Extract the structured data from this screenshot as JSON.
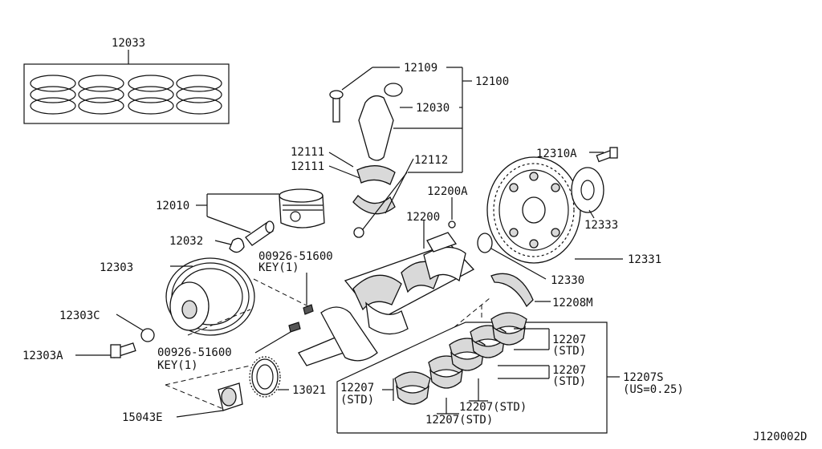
{
  "diagram_id": "J120002D",
  "labels": {
    "rings_kit": "12033",
    "rod_bolt": "12109",
    "rod_assembly": "12100",
    "rod_bushing": "12030",
    "rod_bearing_upper": "12111",
    "rod_bearing_lower": "12111",
    "rod_nut": "12112",
    "piston": "12010",
    "piston_pin": "12032",
    "pilot_bushing": "12200A",
    "crankshaft": "12200",
    "flywheel_bolt": "12310A",
    "flywheel_plate": "12333",
    "flywheel": "12331",
    "rear_seal": "12330",
    "thrust_washer": "12208M",
    "key_top": "00926-51600",
    "key_top_sub": "KEY(1)",
    "key_bottom": "00926-51600",
    "key_bottom_sub": "KEY(1)",
    "pulley": "12303",
    "pulley_washer": "12303C",
    "pulley_bolt": "12303A",
    "crank_sprocket": "13021",
    "bushing_e": "15043E",
    "main_bearing_1": "12207",
    "main_bearing_1_sub": "(STD)",
    "main_bearing_2": "12207",
    "main_bearing_2_sub": "(STD)",
    "main_bearing_3": "12207",
    "main_bearing_3_sub": "(STD)",
    "main_bearing_4": "12207(STD)",
    "main_bearing_5": "12207(STD)",
    "main_bearing_set": "12207S",
    "main_bearing_set_sub": "(US=0.25)"
  }
}
